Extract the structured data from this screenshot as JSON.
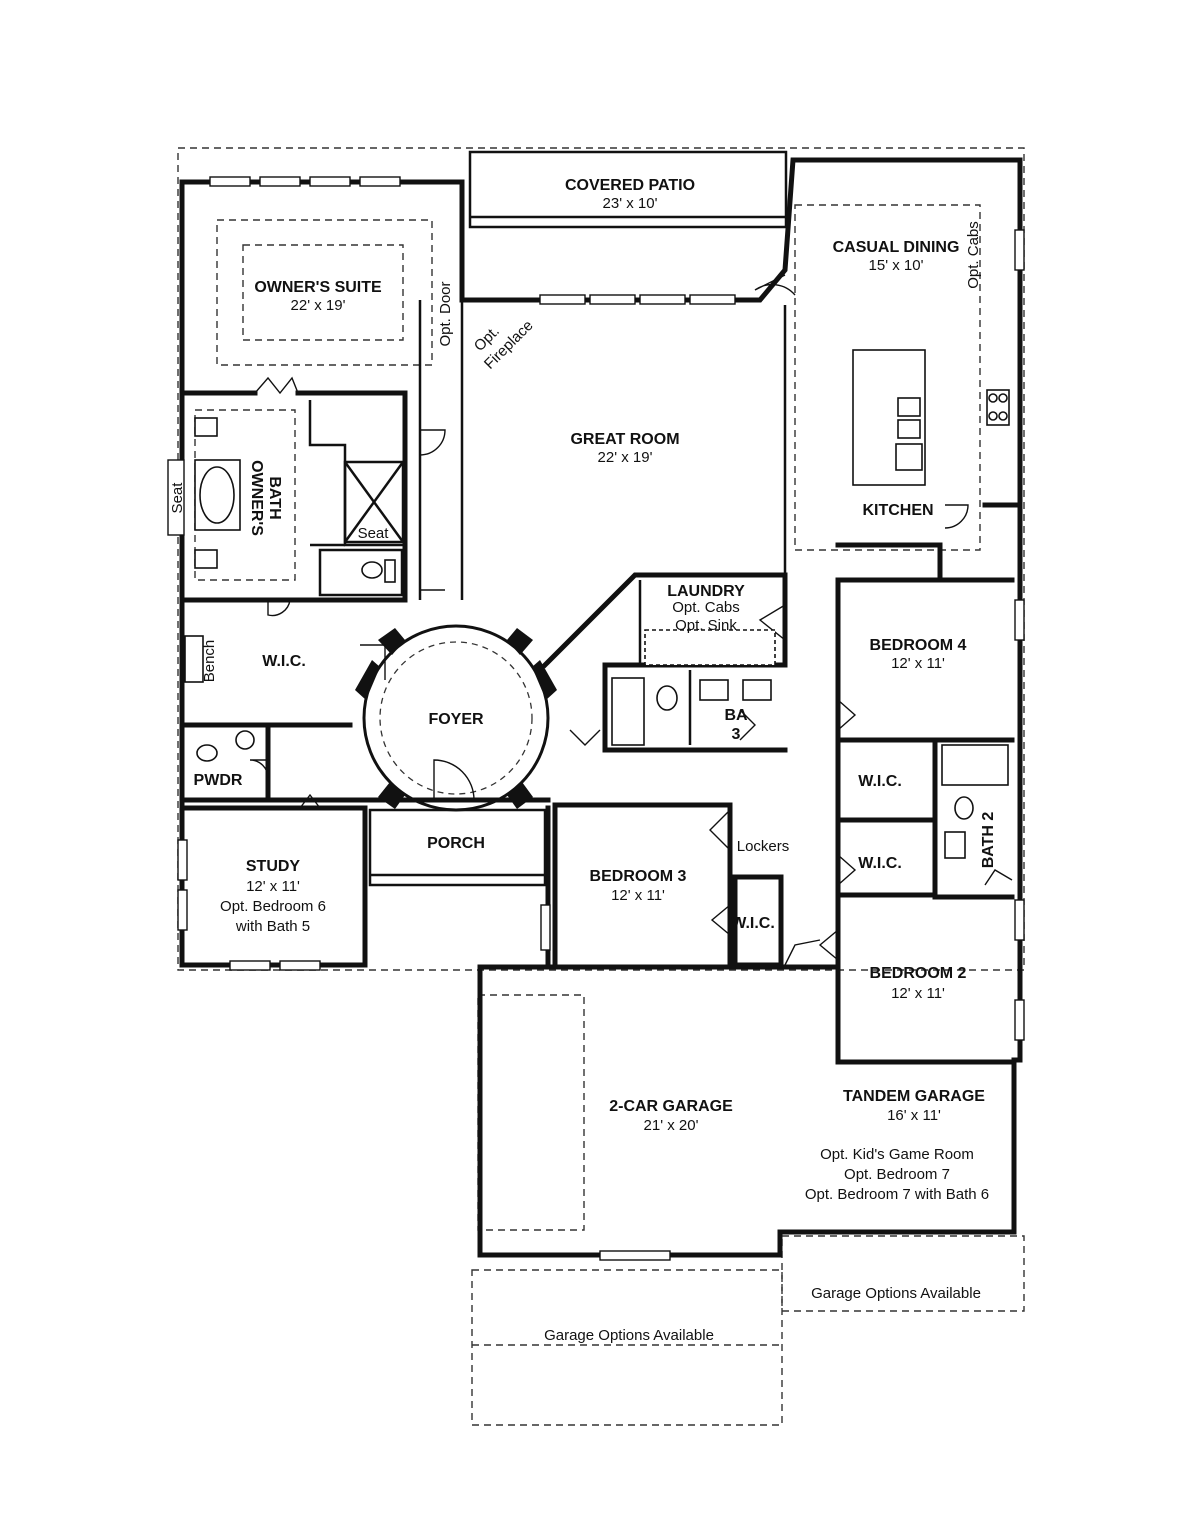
{
  "rooms": {
    "covered_patio": {
      "name": "COVERED PATIO",
      "size": "23' x 10'"
    },
    "owners_suite": {
      "name": "OWNER'S SUITE",
      "size": "22' x 19'"
    },
    "casual_dining": {
      "name": "CASUAL DINING",
      "size": "15' x 10'"
    },
    "great_room": {
      "name": "GREAT ROOM",
      "size": "22' x 19'"
    },
    "kitchen": {
      "name": "KITCHEN"
    },
    "owners_bath": {
      "name_line1": "OWNER'S",
      "name_line2": "BATH"
    },
    "laundry": {
      "name": "LAUNDRY",
      "note1": "Opt. Cabs",
      "note2": "Opt. Sink"
    },
    "bedroom4": {
      "name": "BEDROOM 4",
      "size": "12' x 11'"
    },
    "owners_wic": {
      "name": "W.I.C."
    },
    "foyer": {
      "name": "FOYER"
    },
    "ba3": {
      "line1": "BA",
      "line2": "3"
    },
    "pwdr": {
      "name": "PWDR"
    },
    "wic_bed4": {
      "name": "W.I.C."
    },
    "wic_bed2": {
      "name": "W.I.C."
    },
    "bath2": {
      "name": "BATH 2"
    },
    "porch": {
      "name": "PORCH"
    },
    "study": {
      "name": "STUDY",
      "size": "12' x 11'",
      "note1": "Opt. Bedroom 6",
      "note2": "with Bath 5"
    },
    "bedroom3": {
      "name": "BEDROOM 3",
      "size": "12' x 11'"
    },
    "wic_bed3": {
      "name": "W.I.C."
    },
    "bedroom2": {
      "name": "BEDROOM 2",
      "size": "12' x 11'"
    },
    "garage": {
      "name": "2-CAR GARAGE",
      "size": "21' x 20'"
    },
    "tandem": {
      "name": "TANDEM GARAGE",
      "size": "16' x 11'",
      "opt1": "Opt. Kid's Game Room",
      "opt2": "Opt. Bedroom 7",
      "opt3": "Opt. Bedroom 7 with Bath 6"
    }
  },
  "notes": {
    "opt_door": "Opt. Door",
    "opt_fireplace_1": "Opt.",
    "opt_fireplace_2": "Fireplace",
    "opt_cabs": "Opt. Cabs",
    "seat_tub": "Seat",
    "seat_shower": "Seat",
    "bench": "Bench",
    "lockers": "Lockers",
    "garage_options_left": "Garage Options Available",
    "garage_options_right": "Garage Options Available"
  }
}
